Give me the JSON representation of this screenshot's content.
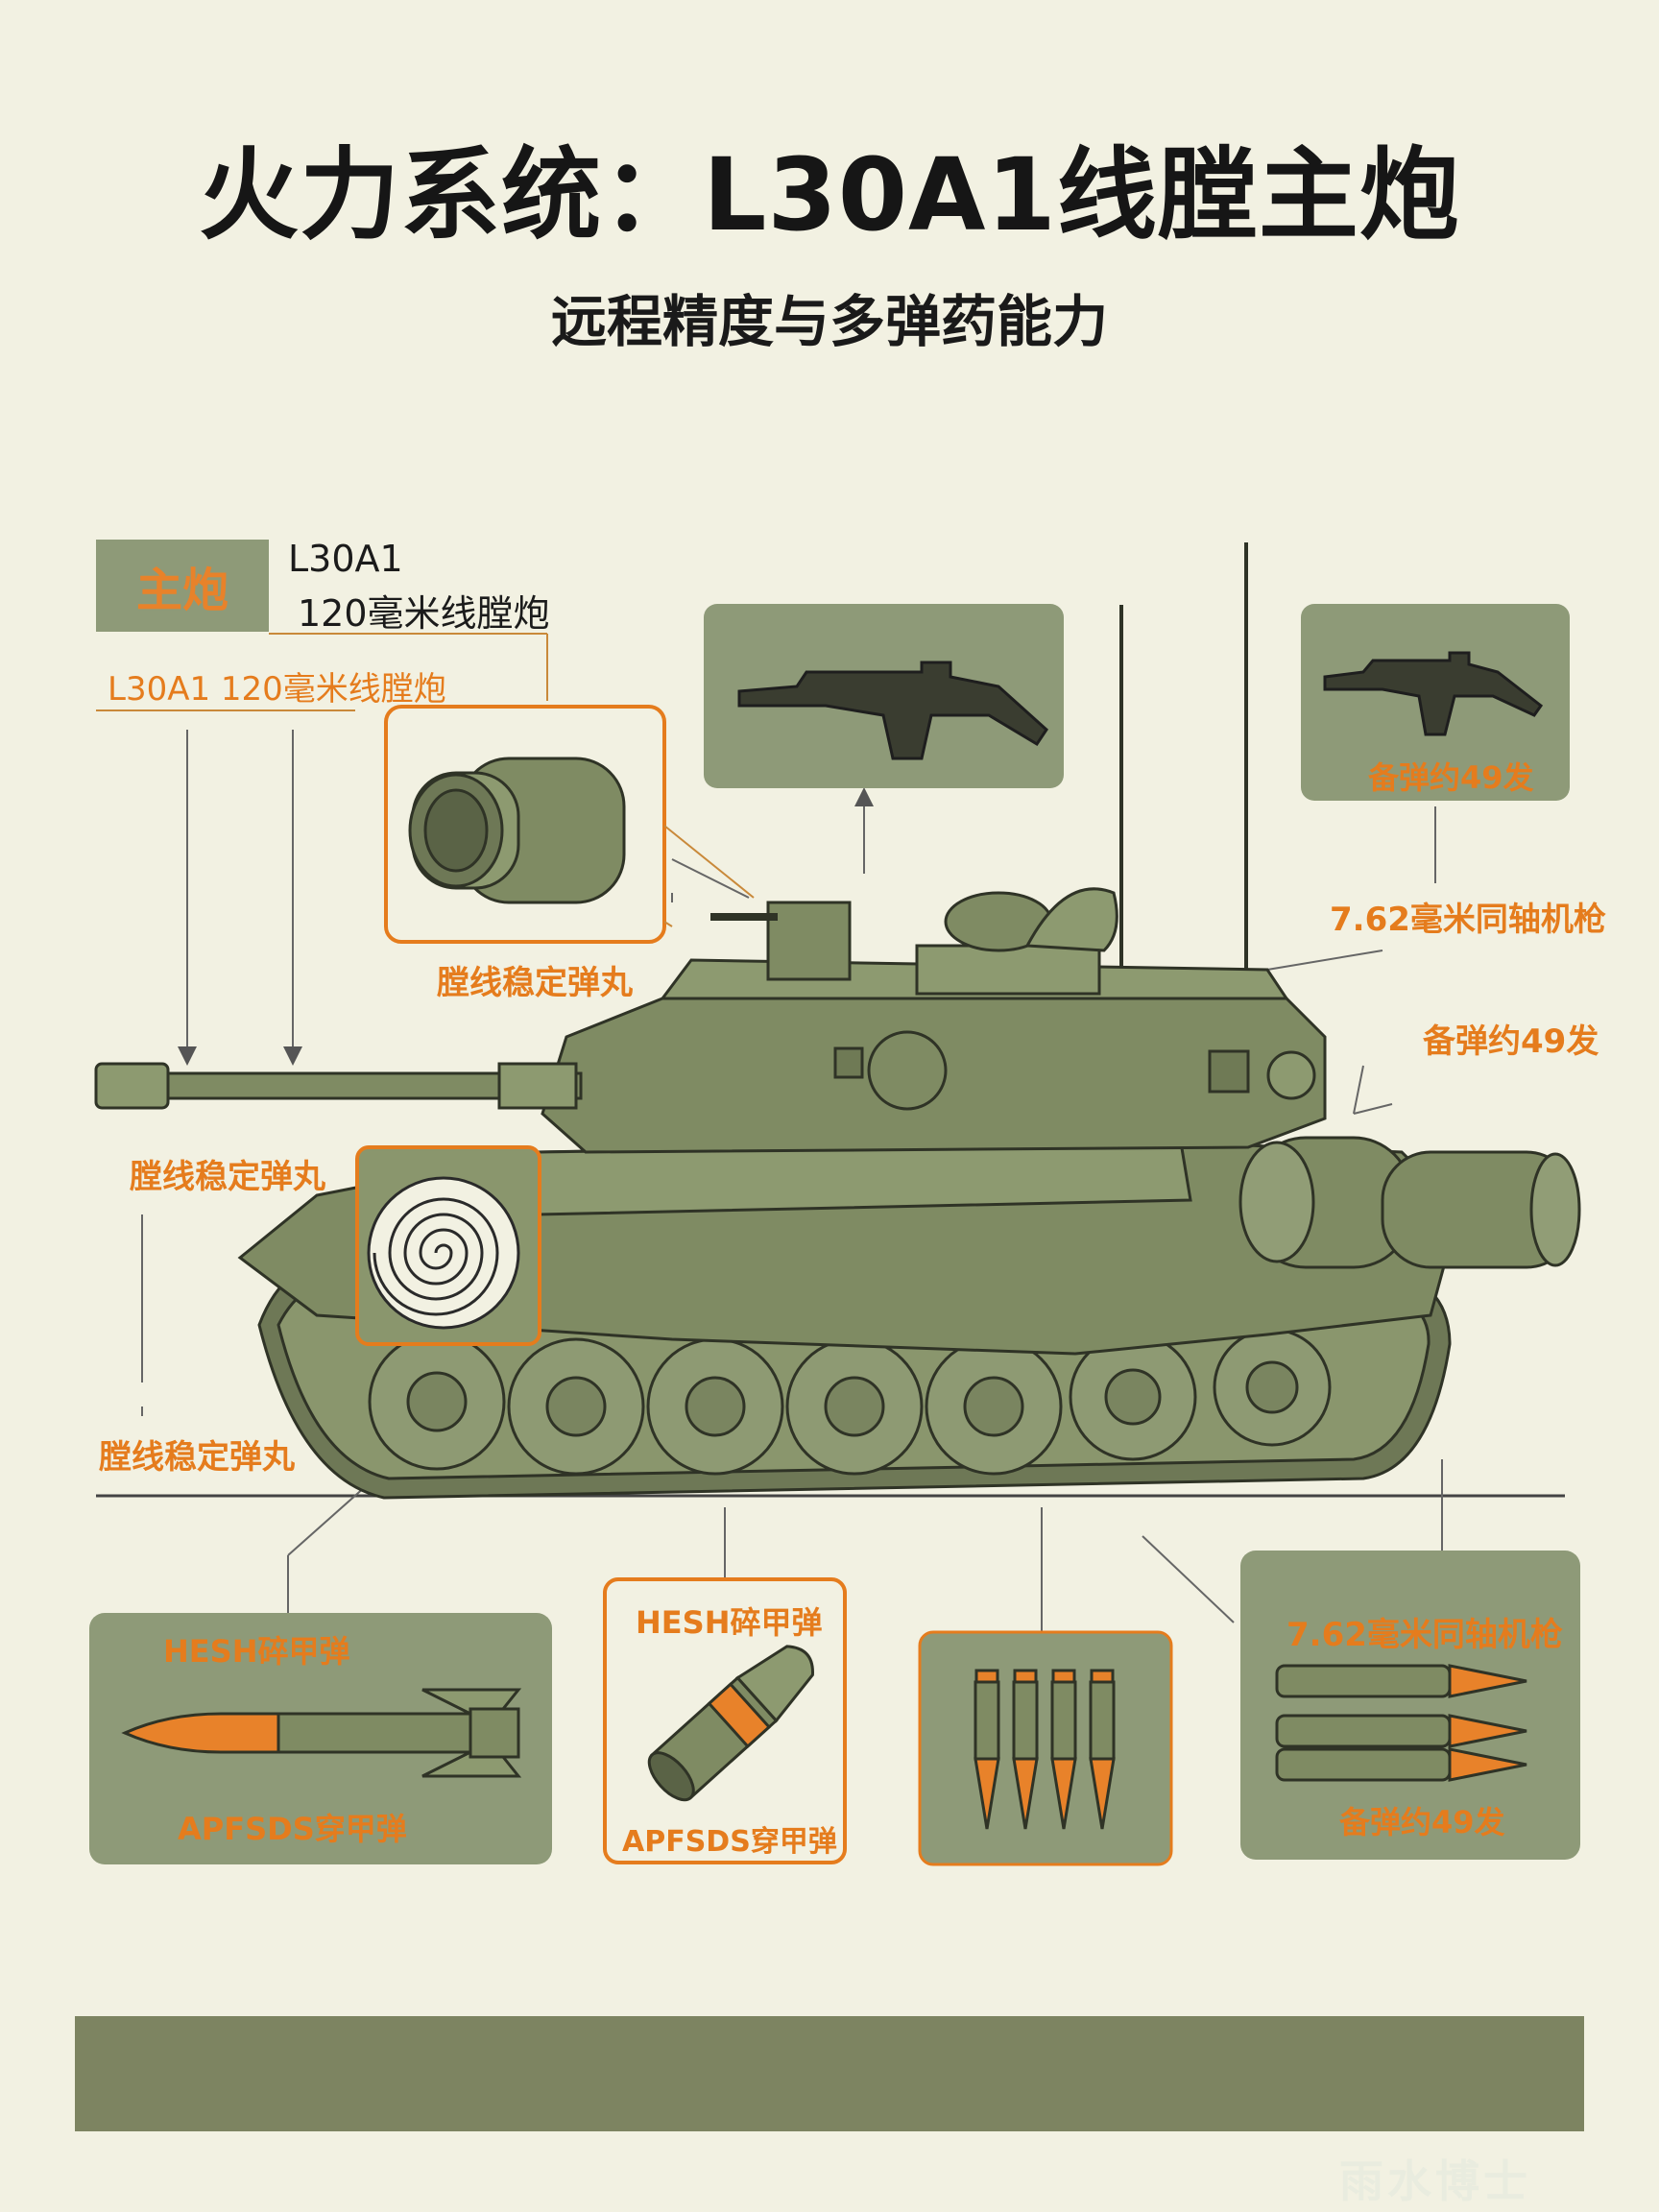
{
  "header": {
    "title": "火力系统：L30A1线膛主炮",
    "subtitle": "远程精度与多弹药能力"
  },
  "main_gun": {
    "badge": "主炮",
    "model": "L30A1",
    "caliber": "120毫米线膛炮",
    "full_label": "L30A1 120毫米线膛炮"
  },
  "callouts": {
    "muzzle_round": "膛线稳定弹丸",
    "left_round_1": "膛线稳定弹丸",
    "left_round_2": "膛线稳定弹丸",
    "coax_mg": "7.62毫米同轴机枪",
    "ammo_count": "备弹约49发"
  },
  "rifle_panel_right": {
    "ammo": "备弹约49发"
  },
  "ammo_panels": [
    {
      "top": "HESH碎甲弹",
      "bottom": "APFSDS穿甲弹"
    },
    {
      "top": "HESH碎甲弹",
      "bottom": "APFSDS穿甲弹"
    },
    {
      "top": "7.62毫米同轴机枪",
      "bottom": "备弹约49发"
    }
  ],
  "colors": {
    "background": "#f2f1e2",
    "olive": "#8e9a78",
    "tank": "#7f8b63",
    "accent_orange": "#e57c1d"
  },
  "watermark": "雨水博士"
}
